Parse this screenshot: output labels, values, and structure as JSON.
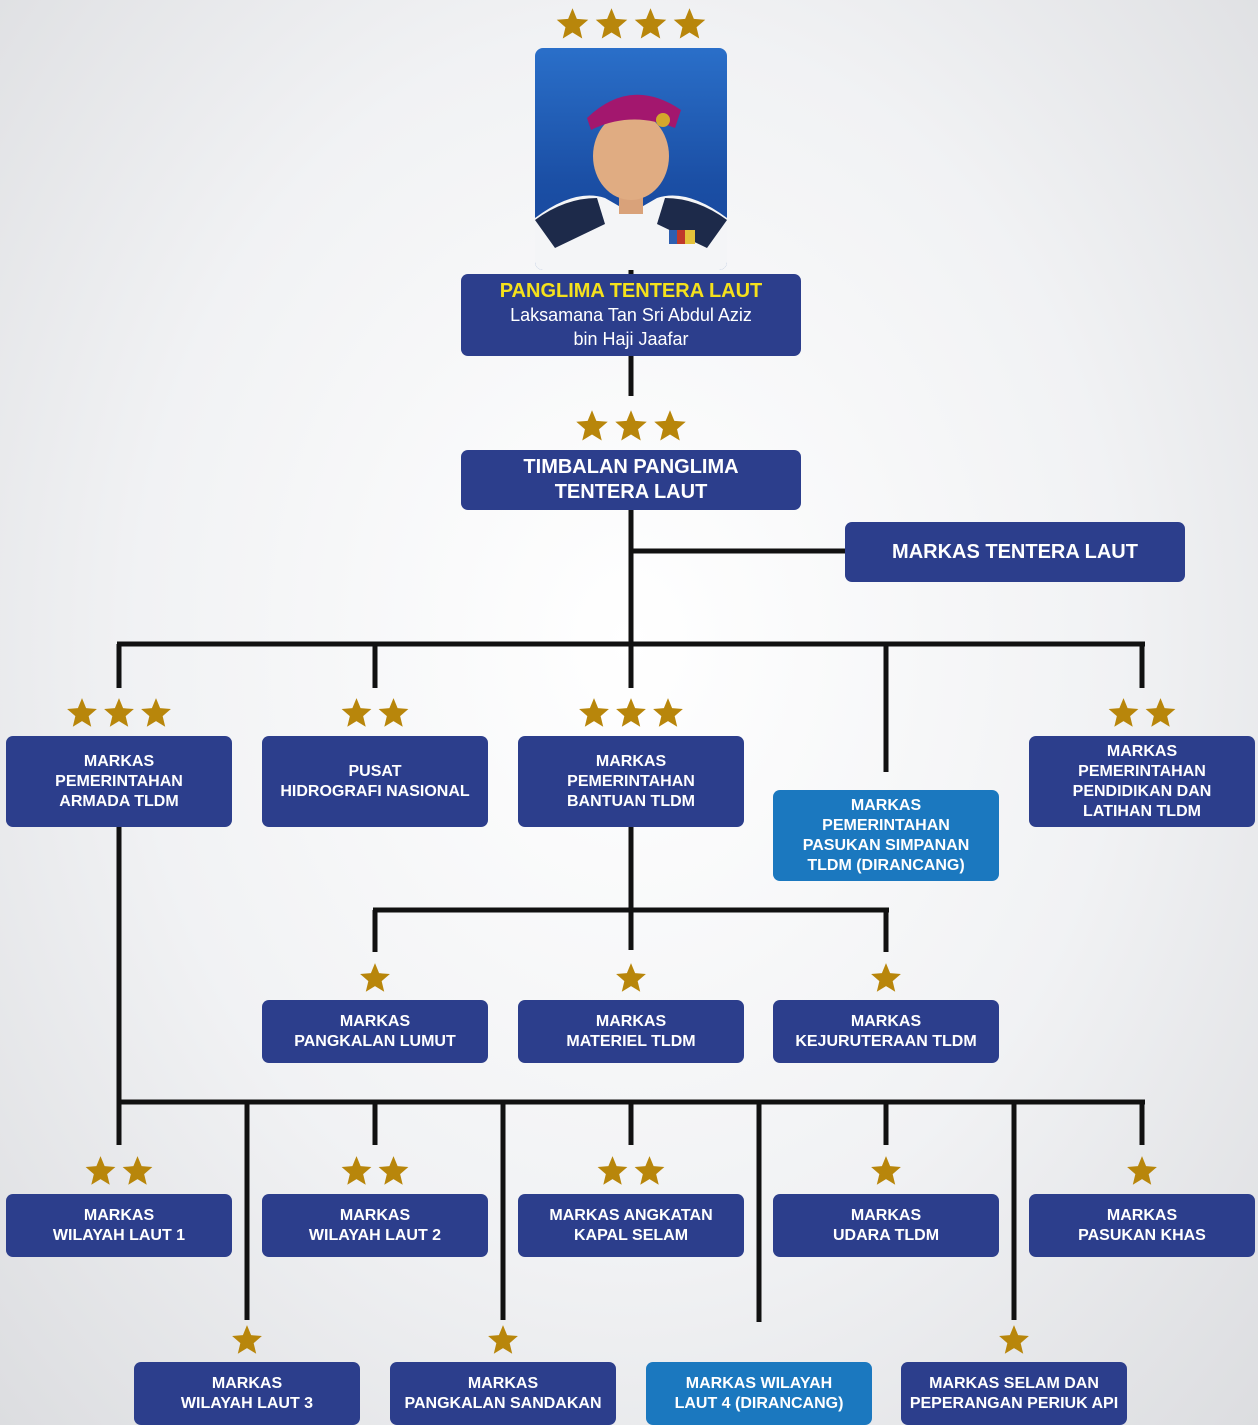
{
  "star_color": "#b8860b",
  "box_color": "#2c3e8c",
  "planned_box_color": "#1b78bf",
  "top": {
    "stars": 4,
    "title": "PANGLIMA TENTERA LAUT",
    "name_line1": "Laksamana Tan Sri Abdul Aziz",
    "name_line2": "bin Haji Jaafar"
  },
  "deputy": {
    "stars": 3,
    "line1": "TIMBALAN PANGLIMA",
    "line2": "TENTERA LAUT"
  },
  "hq": {
    "label": "MARKAS TENTERA LAUT"
  },
  "level2": [
    {
      "stars": 3,
      "lines": [
        "MARKAS",
        "PEMERINTAHAN",
        "ARMADA TLDM"
      ]
    },
    {
      "stars": 2,
      "lines": [
        "PUSAT",
        "HIDROGRAFI NASIONAL"
      ]
    },
    {
      "stars": 3,
      "lines": [
        "MARKAS",
        "PEMERINTAHAN",
        "BANTUAN TLDM"
      ]
    },
    {
      "stars": 0,
      "planned": true,
      "lines": [
        "MARKAS",
        "PEMERINTAHAN",
        "PASUKAN SIMPANAN",
        "TLDM (DIRANCANG)"
      ]
    },
    {
      "stars": 2,
      "lines": [
        "MARKAS",
        "PEMERINTAHAN",
        "PENDIDIKAN DAN",
        "LATIHAN TLDM"
      ]
    }
  ],
  "level3": [
    {
      "stars": 1,
      "lines": [
        "MARKAS",
        "PANGKALAN LUMUT"
      ]
    },
    {
      "stars": 1,
      "lines": [
        "MARKAS",
        "MATERIEL TLDM"
      ]
    },
    {
      "stars": 1,
      "lines": [
        "MARKAS",
        "KEJURUTERAAN TLDM"
      ]
    }
  ],
  "level4": [
    {
      "stars": 2,
      "lines": [
        "MARKAS",
        "WILAYAH LAUT 1"
      ]
    },
    {
      "stars": 2,
      "lines": [
        "MARKAS",
        "WILAYAH LAUT 2"
      ]
    },
    {
      "stars": 2,
      "lines": [
        "MARKAS ANGKATAN",
        "KAPAL SELAM"
      ]
    },
    {
      "stars": 1,
      "lines": [
        "MARKAS",
        "UDARA TLDM"
      ]
    },
    {
      "stars": 1,
      "lines": [
        "MARKAS",
        "PASUKAN KHAS"
      ]
    }
  ],
  "level5": [
    {
      "stars": 1,
      "lines": [
        "MARKAS",
        "WILAYAH LAUT 3"
      ]
    },
    {
      "stars": 1,
      "lines": [
        "MARKAS",
        "PANGKALAN SANDAKAN"
      ]
    },
    {
      "stars": 0,
      "planned": true,
      "lines": [
        "MARKAS WILAYAH",
        "LAUT 4 (DIRANCANG)"
      ]
    },
    {
      "stars": 1,
      "lines": [
        "MARKAS SELAM DAN",
        "PEPERANGAN PERIUK API"
      ]
    }
  ]
}
